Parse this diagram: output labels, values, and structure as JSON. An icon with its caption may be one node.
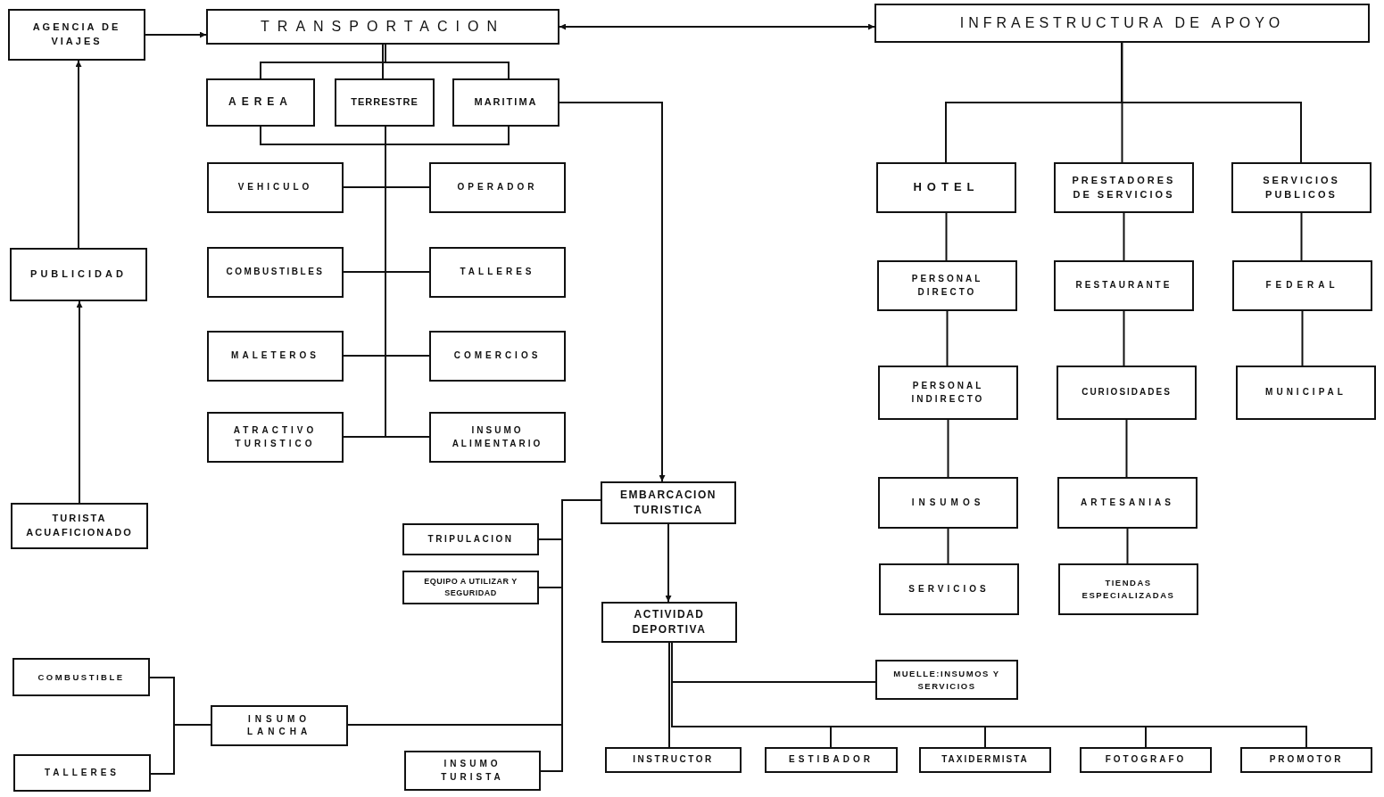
{
  "diagram": {
    "nodes": [
      {
        "text": [
          "AGENCIA DE VIAJES"
        ]
      },
      {
        "text": [
          "TRANSPORTACION"
        ]
      },
      {
        "text": [
          "INFRAESTRUCTURA DE APOYO"
        ]
      },
      {
        "text": [
          "AEREA"
        ]
      },
      {
        "text": [
          "TERRESTRE"
        ]
      },
      {
        "text": [
          "MARITIMA"
        ]
      },
      {
        "text": [
          "VEHICULO"
        ]
      },
      {
        "text": [
          "OPERADOR"
        ]
      },
      {
        "text": [
          "COMBUSTIBLES"
        ]
      },
      {
        "text": [
          "TALLERES"
        ]
      },
      {
        "text": [
          "MALETEROS"
        ]
      },
      {
        "text": [
          "COMERCIOS"
        ]
      },
      {
        "text": [
          "ATRACTIVO TURISTICO"
        ]
      },
      {
        "text": [
          "INSUMO ALIMENTARIO"
        ]
      },
      {
        "text": [
          "PUBLICIDAD"
        ]
      },
      {
        "text": [
          "TURISTA ACUAFICIONADO"
        ]
      },
      {
        "text": [
          "HOTEL"
        ]
      },
      {
        "text": [
          "PRESTADORES DE SERVICIOS"
        ]
      },
      {
        "text": [
          "SERVICIOS PUBLICOS"
        ]
      },
      {
        "text": [
          "PERSONAL DIRECTO"
        ]
      },
      {
        "text": [
          "RESTAURANTE"
        ]
      },
      {
        "text": [
          "FEDERAL"
        ]
      },
      {
        "text": [
          "PERSONAL INDIRECTO"
        ]
      },
      {
        "text": [
          "CURIOSIDADES"
        ]
      },
      {
        "text": [
          "MUNICIPAL"
        ]
      },
      {
        "text": [
          "INSUMOS"
        ]
      },
      {
        "text": [
          "ARTESANIAS"
        ]
      },
      {
        "text": [
          "SERVICIOS"
        ]
      },
      {
        "text": [
          "TIENDAS ESPECIALIZADAS"
        ]
      },
      {
        "text": [
          "EMBARCACION TURISTICA"
        ]
      },
      {
        "text": [
          "TRIPULACION"
        ]
      },
      {
        "text": [
          "EQUIPO A UTILIZAR Y SEGURIDAD"
        ]
      },
      {
        "text": [
          "ACTIVIDAD DEPORTIVA"
        ]
      },
      {
        "text": [
          "MUELLE:INSUMOS Y SERVICIOS"
        ]
      },
      {
        "text": [
          "COMBUSTIBLE"
        ]
      },
      {
        "text": [
          "TALLERES"
        ]
      },
      {
        "text": [
          "INSUMO LANCHA"
        ]
      },
      {
        "text": [
          "INSUMO TURISTA"
        ]
      },
      {
        "text": [
          "INSTRUCTOR"
        ]
      },
      {
        "text": [
          "ESTIBADOR"
        ]
      },
      {
        "text": [
          "TAXIDERMISTA"
        ]
      },
      {
        "text": [
          "FOTOGRAFO"
        ]
      },
      {
        "text": [
          "PROMOTOR"
        ]
      }
    ],
    "edges": [
      {
        "from": 0,
        "to": 1,
        "arrow": "to"
      },
      {
        "from": 1,
        "to": 2,
        "arrow": "both"
      },
      {
        "from": 14,
        "to": 0,
        "arrow": "to"
      },
      {
        "from": 15,
        "to": 14,
        "arrow": "to"
      },
      {
        "from": 1,
        "to": 3,
        "arrow": "none"
      },
      {
        "from": 1,
        "to": 4,
        "arrow": "none"
      },
      {
        "from": 1,
        "to": 5,
        "arrow": "none"
      },
      {
        "from": 3,
        "to": 6,
        "arrow": "none"
      },
      {
        "from": 3,
        "to": 7,
        "arrow": "none"
      },
      {
        "from": 3,
        "to": 8,
        "arrow": "none"
      },
      {
        "from": 3,
        "to": 9,
        "arrow": "none"
      },
      {
        "from": 3,
        "to": 10,
        "arrow": "none"
      },
      {
        "from": 3,
        "to": 11,
        "arrow": "none"
      },
      {
        "from": 3,
        "to": 12,
        "arrow": "none"
      },
      {
        "from": 3,
        "to": 13,
        "arrow": "none"
      },
      {
        "from": 4,
        "to": 6,
        "arrow": "none"
      },
      {
        "from": 4,
        "to": 7,
        "arrow": "none"
      },
      {
        "from": 4,
        "to": 8,
        "arrow": "none"
      },
      {
        "from": 4,
        "to": 9,
        "arrow": "none"
      },
      {
        "from": 4,
        "to": 10,
        "arrow": "none"
      },
      {
        "from": 4,
        "to": 11,
        "arrow": "none"
      },
      {
        "from": 4,
        "to": 12,
        "arrow": "none"
      },
      {
        "from": 4,
        "to": 13,
        "arrow": "none"
      },
      {
        "from": 5,
        "to": 6,
        "arrow": "none"
      },
      {
        "from": 5,
        "to": 7,
        "arrow": "none"
      },
      {
        "from": 5,
        "to": 8,
        "arrow": "none"
      },
      {
        "from": 5,
        "to": 9,
        "arrow": "none"
      },
      {
        "from": 5,
        "to": 10,
        "arrow": "none"
      },
      {
        "from": 5,
        "to": 11,
        "arrow": "none"
      },
      {
        "from": 5,
        "to": 12,
        "arrow": "none"
      },
      {
        "from": 5,
        "to": 13,
        "arrow": "none"
      },
      {
        "from": 5,
        "to": 29,
        "arrow": "to"
      },
      {
        "from": 29,
        "to": 32,
        "arrow": "to"
      },
      {
        "from": 29,
        "to": 30,
        "arrow": "none"
      },
      {
        "from": 29,
        "to": 31,
        "arrow": "none"
      },
      {
        "from": 29,
        "to": 36,
        "arrow": "none"
      },
      {
        "from": 29,
        "to": 37,
        "arrow": "none"
      },
      {
        "from": 34,
        "to": 36,
        "arrow": "none"
      },
      {
        "from": 35,
        "to": 36,
        "arrow": "none"
      },
      {
        "from": 32,
        "to": 33,
        "arrow": "none"
      },
      {
        "from": 32,
        "to": 38,
        "arrow": "none"
      },
      {
        "from": 32,
        "to": 39,
        "arrow": "none"
      },
      {
        "from": 32,
        "to": 40,
        "arrow": "none"
      },
      {
        "from": 32,
        "to": 41,
        "arrow": "none"
      },
      {
        "from": 32,
        "to": 42,
        "arrow": "none"
      },
      {
        "from": 2,
        "to": 16,
        "arrow": "none"
      },
      {
        "from": 2,
        "to": 17,
        "arrow": "none"
      },
      {
        "from": 2,
        "to": 18,
        "arrow": "none"
      },
      {
        "from": 16,
        "to": 19,
        "arrow": "none"
      },
      {
        "from": 19,
        "to": 22,
        "arrow": "none"
      },
      {
        "from": 22,
        "to": 25,
        "arrow": "none"
      },
      {
        "from": 25,
        "to": 27,
        "arrow": "none"
      },
      {
        "from": 17,
        "to": 20,
        "arrow": "none"
      },
      {
        "from": 20,
        "to": 23,
        "arrow": "none"
      },
      {
        "from": 23,
        "to": 26,
        "arrow": "none"
      },
      {
        "from": 26,
        "to": 28,
        "arrow": "none"
      },
      {
        "from": 18,
        "to": 21,
        "arrow": "none"
      },
      {
        "from": 21,
        "to": 24,
        "arrow": "none"
      }
    ]
  }
}
